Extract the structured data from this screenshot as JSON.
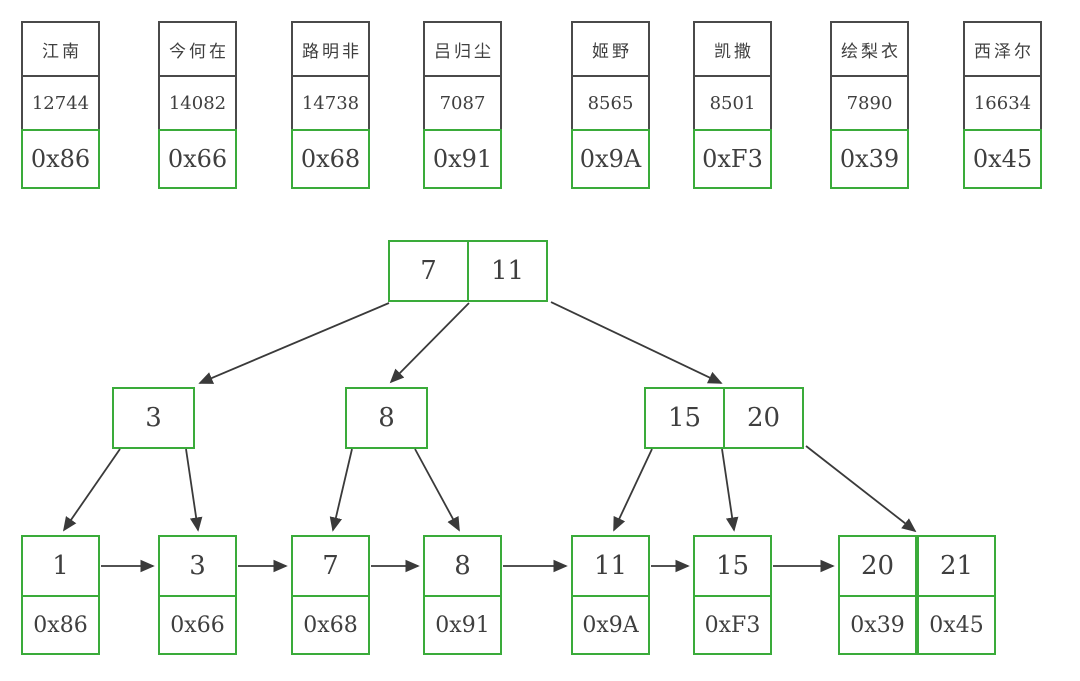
{
  "colors": {
    "green": "#3aab3a",
    "dark_border": "#4a4a4a",
    "arrow": "#3a3a3a"
  },
  "records": [
    {
      "name": "江南",
      "value": "12744",
      "addr": "0x86"
    },
    {
      "name": "今何在",
      "value": "14082",
      "addr": "0x66"
    },
    {
      "name": "路明非",
      "value": "14738",
      "addr": "0x68"
    },
    {
      "name": "吕归尘",
      "value": "7087",
      "addr": "0x91"
    },
    {
      "name": "姬野",
      "value": "8565",
      "addr": "0x9A"
    },
    {
      "name": "凯撒",
      "value": "8501",
      "addr": "0xF3"
    },
    {
      "name": "绘梨衣",
      "value": "7890",
      "addr": "0x39"
    },
    {
      "name": "西泽尔",
      "value": "16634",
      "addr": "0x45"
    }
  ],
  "tree": {
    "root": {
      "keys": [
        "7",
        "11"
      ]
    },
    "internal": [
      {
        "keys": [
          "3"
        ]
      },
      {
        "keys": [
          "8"
        ]
      },
      {
        "keys": [
          "15",
          "20"
        ]
      }
    ],
    "leaves": [
      {
        "key": "1",
        "addr": "0x86"
      },
      {
        "key": "3",
        "addr": "0x66"
      },
      {
        "key": "7",
        "addr": "0x68"
      },
      {
        "key": "8",
        "addr": "0x91"
      },
      {
        "key": "11",
        "addr": "0x9A"
      },
      {
        "key": "15",
        "addr": "0xF3"
      },
      {
        "key": "20",
        "addr": "0x39"
      },
      {
        "key": "21",
        "addr": "0x45"
      }
    ]
  }
}
